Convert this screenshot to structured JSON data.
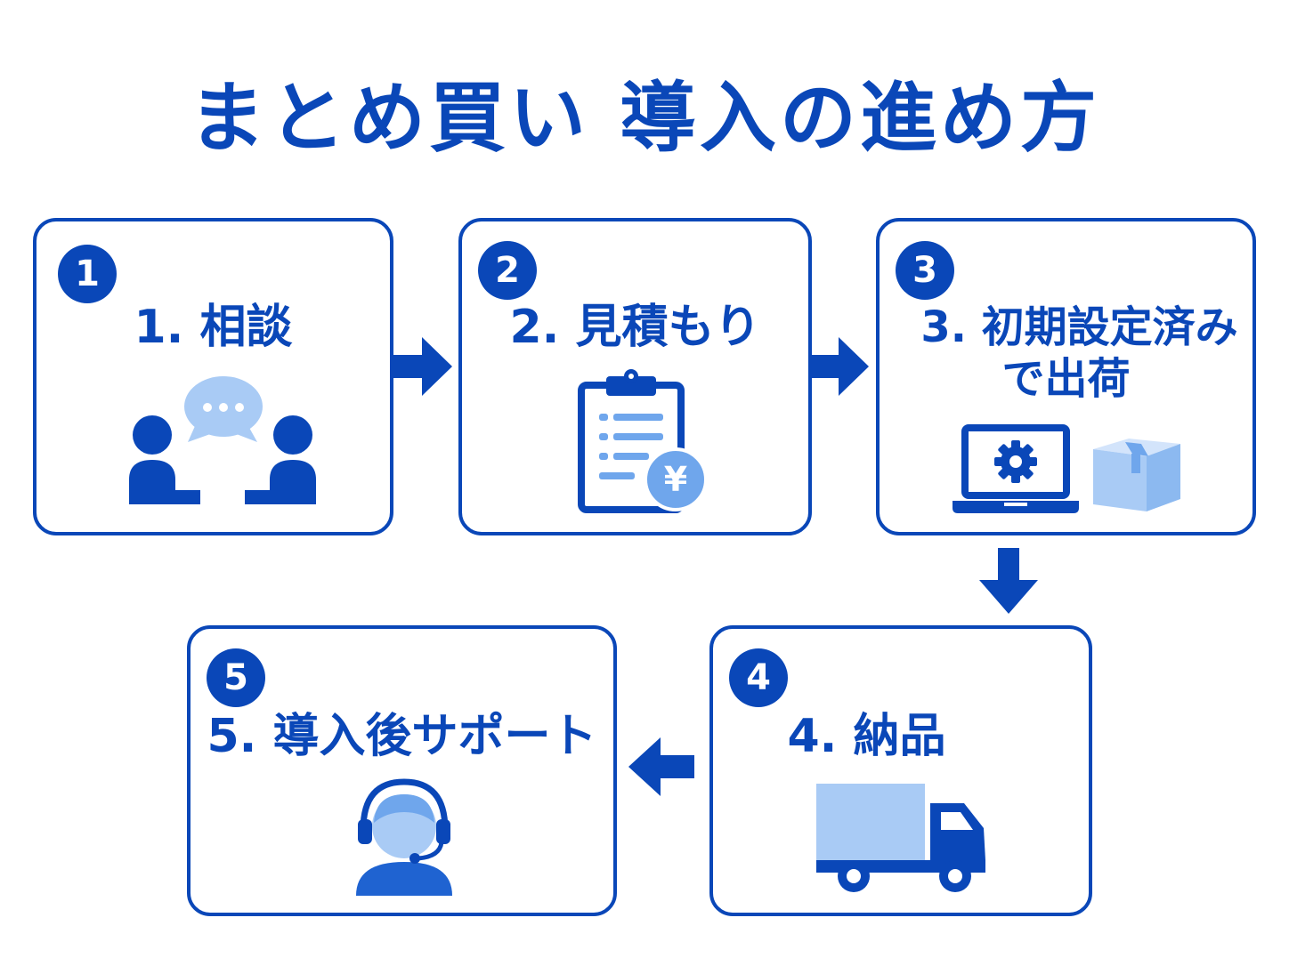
{
  "title": "まとめ買い 導入の進め方",
  "steps": [
    {
      "number": "1",
      "label": "1. 相談"
    },
    {
      "number": "2",
      "label": "2. 見積もり"
    },
    {
      "number": "3",
      "label_line1": "3. 初期設定済み",
      "label_line2": "で出荷"
    },
    {
      "number": "4",
      "label": "4. 納品"
    },
    {
      "number": "5",
      "label": "5. 導入後サポート"
    }
  ],
  "icons": {
    "step1": "consultation-people-icon",
    "step2": "estimate-clipboard-yen-icon",
    "step3": "laptop-gear-box-icon",
    "step4": "delivery-truck-icon",
    "step5": "support-headset-icon"
  },
  "estimate_currency_symbol": "¥",
  "colors": {
    "primary": "#0a47b8",
    "light": "#a9cbf5",
    "mid": "#6fa6ec",
    "background": "#ffffff"
  }
}
